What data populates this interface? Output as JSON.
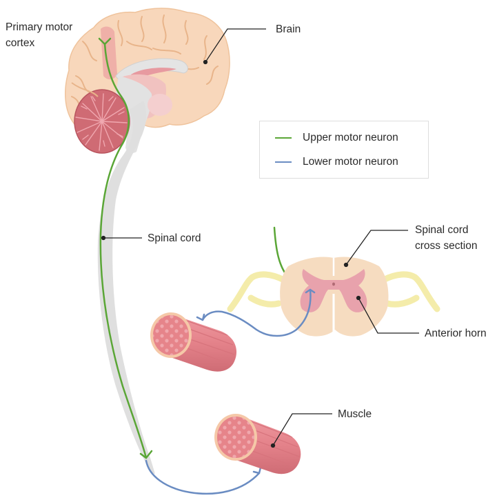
{
  "labels": {
    "primary_motor_cortex": [
      "Primary motor",
      "cortex"
    ],
    "brain": "Brain",
    "spinal_cord": "Spinal cord",
    "spinal_cord_cross_section": [
      "Spinal cord",
      "cross section"
    ],
    "anterior_horn": "Anterior horn",
    "muscle": "Muscle"
  },
  "legend": {
    "items": [
      {
        "label": "Upper motor neuron",
        "color": "#5aa636"
      },
      {
        "label": "Lower motor neuron",
        "color": "#6a8cc2"
      }
    ]
  },
  "colors": {
    "upper_motor_neuron": "#5aa636",
    "lower_motor_neuron": "#6a8cc2",
    "brain": "#f8d7bb",
    "cerebellum": "#cf6b74",
    "spinal_cord": "#dedede",
    "gray_matter": "#e8a2ac",
    "white_matter": "#f6dcc0",
    "nerve_roots": "#f4ecaa",
    "muscle": "#e6848a",
    "leader_lines": "#222222"
  }
}
